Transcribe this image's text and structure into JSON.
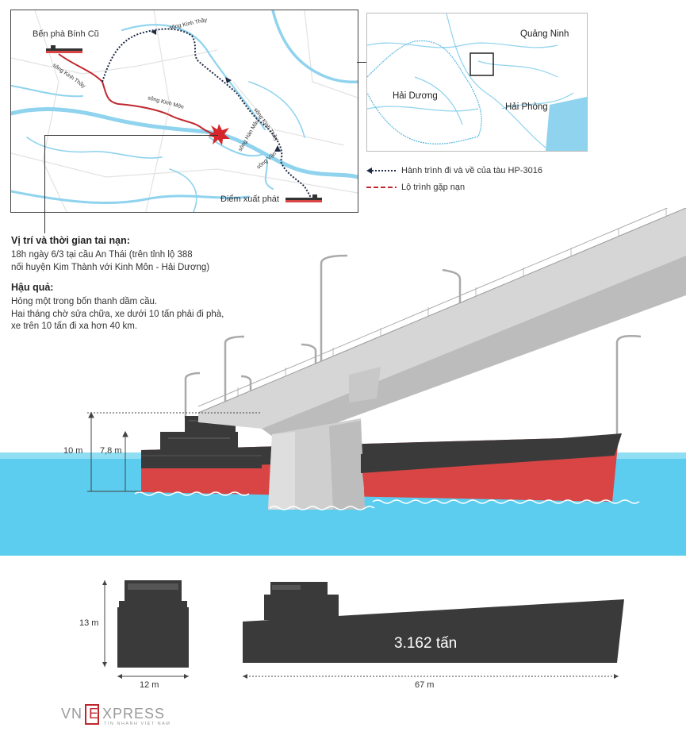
{
  "map": {
    "labels": {
      "ferry": "Bến phà Bính Cũ",
      "start": "Điểm xuất phát",
      "river_kinh_thay_1": "sông Kinh Thầy",
      "river_kinh_thay_2": "sông Kinh Thầy",
      "river_kinh_thay_3": "sông Kinh Thầy",
      "river_kinh_mon": "sông Kinh Môn",
      "river_han_mau": "sông Hàn Mâu",
      "river_van": "sông Vận"
    }
  },
  "inset": {
    "quang_ninh": "Quảng Ninh",
    "hai_duong": "Hải Dương",
    "hai_phong": "Hải Phòng"
  },
  "legend": {
    "route_trip": "Hành trình đi và về của tàu HP-3016",
    "route_accident": "Lộ trình gặp nạn"
  },
  "info": {
    "location_heading": "Vị trí và thời gian tai nạn:",
    "location_lines": [
      "18h ngày 6/3 tại cầu An Thái (trên tỉnh lộ 388",
      "nối huyện Kim Thành với Kinh Môn - Hải Dương)"
    ],
    "consequence_heading": "Hậu quả:",
    "consequence_lines": [
      "Hỏng một trong bốn thanh dầm cầu.",
      "Hai tháng chờ sửa chữa, xe dưới 10 tấn phải đi phà,",
      "xe trên 10 tấn đi xa hơn 40 km."
    ]
  },
  "dimensions": {
    "height_10m": "10 m",
    "height_78m": "7,8 m",
    "height_13m": "13 m",
    "width_12m": "12 m",
    "length_67m": "67 m",
    "tonnage": "3.162 tấn"
  },
  "logo": {
    "vn": "VN",
    "e": "E",
    "xpress": "XPRESS",
    "tagline": "TIN NHANH VIỆT NAM"
  },
  "colors": {
    "river": "#8fd3ee",
    "water": "#5ccdee",
    "hull_red": "#d94545",
    "hull_dark": "#3a3a3a",
    "route_red": "#c0272d",
    "route_dark": "#1f2a44",
    "bridge": "#c9c9c9",
    "logo_red": "#c0272d"
  }
}
